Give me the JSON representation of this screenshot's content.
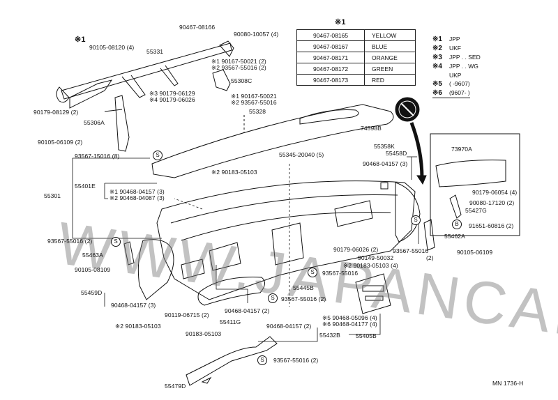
{
  "diagram": {
    "labels": [
      "※1",
      "90105-08120 (4)",
      "90467-08166",
      "90080-10057 (4)",
      "55331",
      "※1 90167-50021 (2)",
      "※2 93567-55016 (2)",
      "55308C",
      "※3 90179-06129",
      "※4 90179-06026",
      "※1 90167-50021",
      "※2 93567-55016",
      "55328",
      "90179-08129 (2)",
      "55306A",
      "90105-06109 (2)",
      "74598B",
      "93567-15016 (8)",
      "55401E",
      "55301",
      "※1 90468-04157 (3)",
      "※2 90468-04087 (3)",
      "※2 90183-05103",
      "55345-20040 (5)",
      "55358K",
      "55458D",
      "90468-04157 (3)",
      "73970A",
      "90179-06054 (4)",
      "90080-17120 (2)",
      "55427G",
      "91651-60816 (2)",
      "55462A",
      "93567-55016",
      "(2)",
      "90105-06109",
      "93567-55016 (2)",
      "55463A",
      "90105-08109",
      "90179-06026 (2)",
      "90149-50032",
      "※2 90183-05103 (4)",
      "93567-55016",
      "55445B",
      "93567-55016 (2)",
      "55459D",
      "90468-04157 (3)",
      "90119-06715 (2)",
      "90468-04157 (2)",
      "55411G",
      "※2 90183-05103",
      "90183-05103",
      "90468-04157 (2)",
      "55432B",
      "93567-55016 (2)",
      "※5 90468-05096 (4)",
      "※6 90468-04177 (4)",
      "55405B",
      "55479D",
      "MN 1736-H"
    ],
    "symbols": {
      "s": "S",
      "b": "B"
    },
    "color_table": {
      "title": "※1",
      "rows": [
        {
          "part": "90467-08165",
          "color": "YELLOW"
        },
        {
          "part": "90467-08167",
          "color": "BLUE"
        },
        {
          "part": "90467-08171",
          "color": "ORANGE"
        },
        {
          "part": "90467-08172",
          "color": "GREEN"
        },
        {
          "part": "90467-08173",
          "color": "RED"
        }
      ]
    },
    "legend": [
      {
        "key": "※1",
        "text": "JPP"
      },
      {
        "key": "※2",
        "text": "UKF"
      },
      {
        "key": "※3",
        "text": "JPP . . SED"
      },
      {
        "key": "※4",
        "text": "JPP . . WG"
      },
      {
        "key": "",
        "text": "UKP"
      },
      {
        "key": "※5",
        "text": "(        -9607)"
      },
      {
        "key": "※6",
        "text": "(9607-        )"
      }
    ],
    "watermark": "WWW.JAPANCARS.RU"
  }
}
